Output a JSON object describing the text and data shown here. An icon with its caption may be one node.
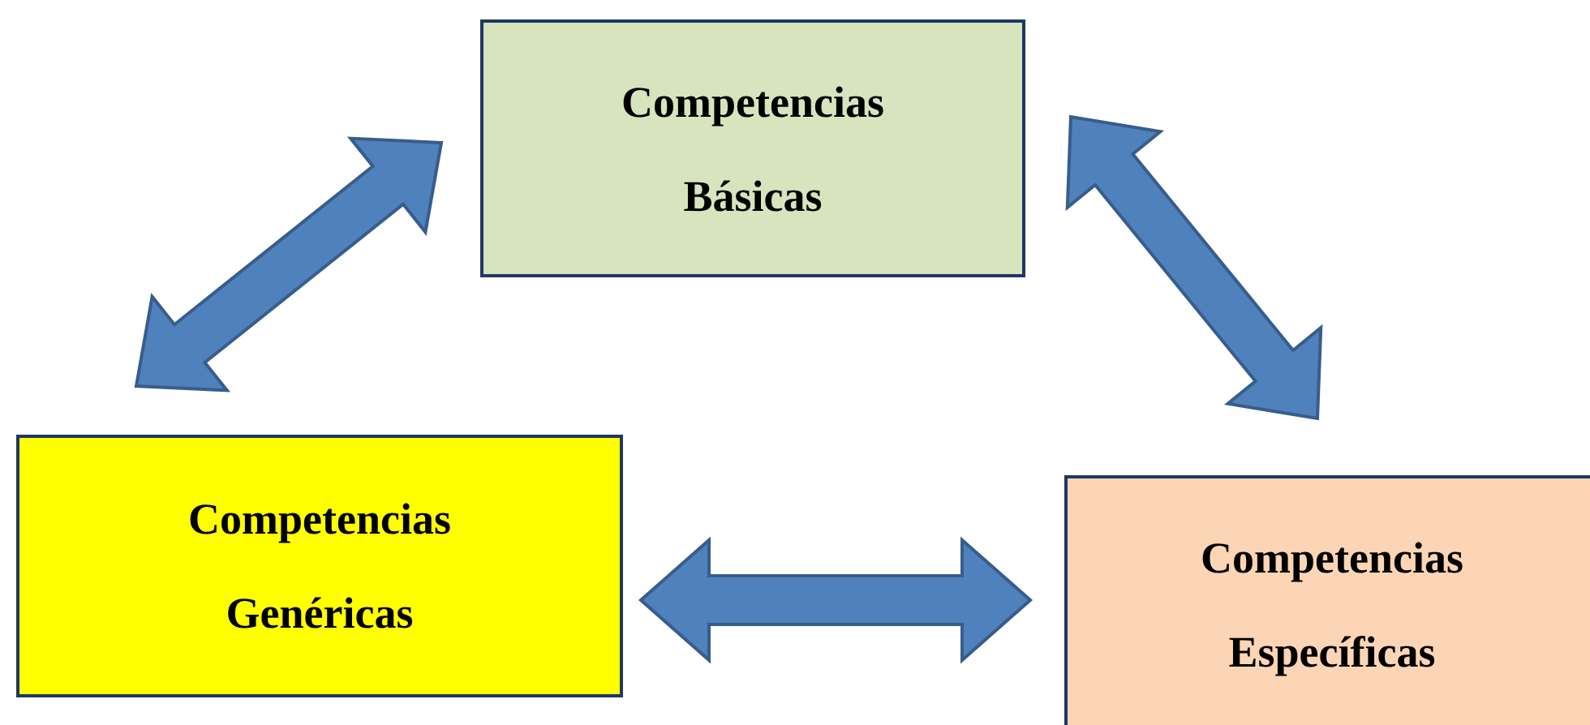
{
  "diagram": {
    "nodes": [
      {
        "text": [
          "Competencias Básicas"
        ]
      },
      {
        "text": [
          "Competencias Genéricas"
        ]
      },
      {
        "text": [
          "Competencias Específicas"
        ]
      }
    ],
    "edges": [
      {
        "from": 0,
        "to": 1,
        "arrow": "both"
      },
      {
        "from": 0,
        "to": 2,
        "arrow": "both"
      },
      {
        "from": 1,
        "to": 2,
        "arrow": "both"
      }
    ]
  }
}
